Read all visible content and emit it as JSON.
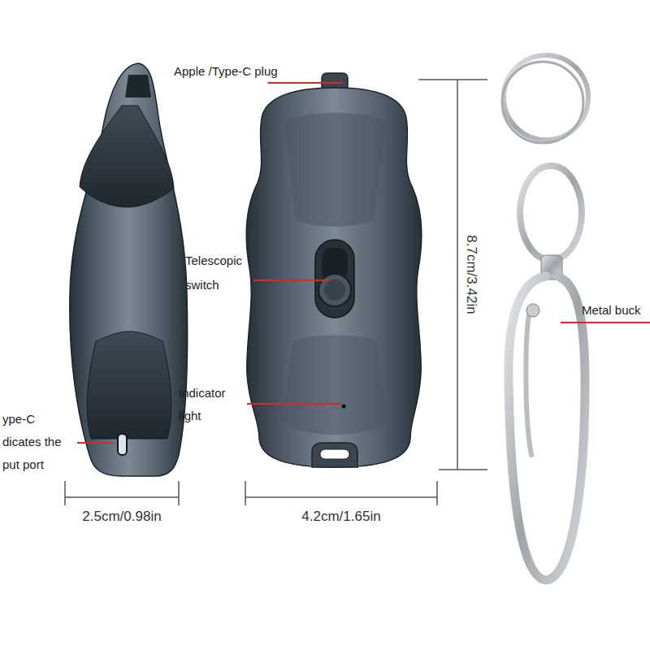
{
  "diagram": {
    "labels": [
      "Apple /Type-C plug",
      "Telescopic switch",
      "Indicator light",
      "ype-C dicates the put port",
      "Metal buck",
      "8.7cm/3.42in",
      "2.5cm/0.98in",
      "4.2cm/1.65in"
    ]
  }
}
